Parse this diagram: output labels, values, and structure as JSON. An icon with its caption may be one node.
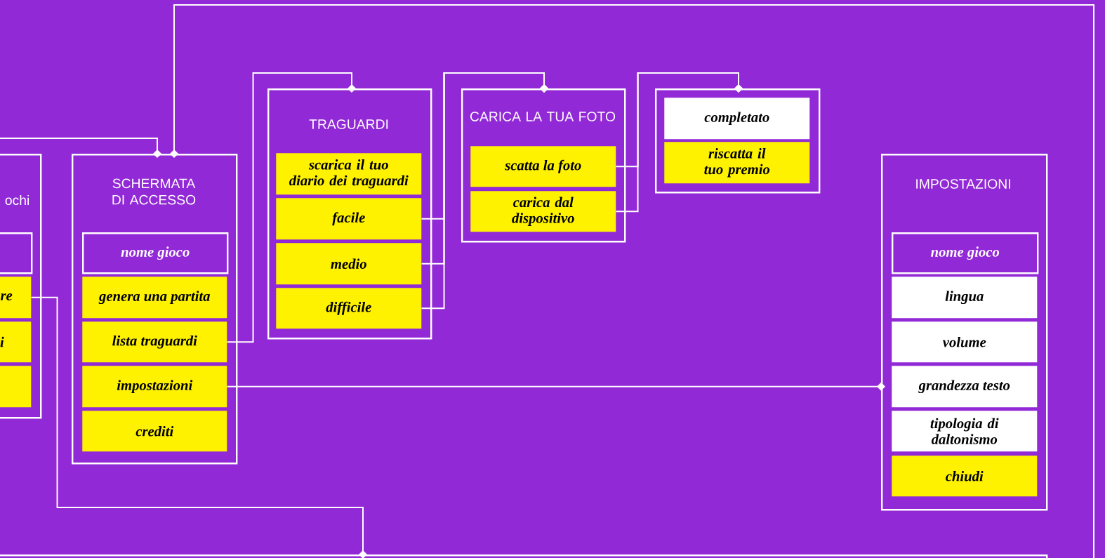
{
  "diagram": {
    "nodes": [
      {
        "text": [
          "ochi"
        ]
      },
      {
        "text": [],
        "shape": "box",
        "in": 0
      },
      {
        "text": [
          "re"
        ],
        "in": 0
      },
      {
        "text": [
          "i"
        ],
        "in": 0
      },
      {
        "text": [],
        "shape": "box",
        "in": 0
      },
      {
        "text": [
          "SCHERMATA DI ACCESSO"
        ]
      },
      {
        "text": [
          "nome gioco"
        ],
        "in": 5
      },
      {
        "text": [
          "genera una partita"
        ],
        "in": 5
      },
      {
        "text": [
          "lista traguardi"
        ],
        "in": 5
      },
      {
        "text": [
          "impostazioni"
        ],
        "in": 5
      },
      {
        "text": [
          "crediti"
        ],
        "in": 5
      },
      {
        "text": [
          "TRAGUARDI"
        ]
      },
      {
        "text": [
          "scarica il tuo diario dei traguardi"
        ],
        "in": 11
      },
      {
        "text": [
          "facile"
        ],
        "in": 11
      },
      {
        "text": [
          "medio"
        ],
        "in": 11
      },
      {
        "text": [
          "difficile"
        ],
        "in": 11
      },
      {
        "text": [
          "CARICA LA TUA FOTO"
        ]
      },
      {
        "text": [
          "scatta la foto"
        ],
        "in": 16
      },
      {
        "text": [
          "carica dal dispositivo"
        ],
        "in": 16
      },
      {
        "text": [],
        "shape": "box"
      },
      {
        "text": [
          "completato"
        ],
        "in": 19
      },
      {
        "text": [
          "riscatta il tuo premio"
        ],
        "in": 19
      },
      {
        "text": [
          "IMPOSTAZIONI"
        ]
      },
      {
        "text": [
          "nome gioco"
        ],
        "in": 22
      },
      {
        "text": [
          "lingua"
        ],
        "in": 22
      },
      {
        "text": [
          "volume"
        ],
        "in": 22
      },
      {
        "text": [
          "grandezza testo"
        ],
        "in": 22
      },
      {
        "text": [
          "tipologia di daltonismo"
        ],
        "in": 22
      },
      {
        "text": [
          "chiudi"
        ],
        "in": 22
      },
      {
        "text": [],
        "shape": "box"
      }
    ],
    "edges": [
      {
        "from": 2,
        "to": 29,
        "arrow": "other"
      },
      {
        "from": 8,
        "to": 11,
        "arrow": "other"
      },
      {
        "from": 9,
        "to": 22,
        "arrow": "other"
      },
      {
        "from": 13,
        "to": 16,
        "arrow": "other"
      },
      {
        "from": 14,
        "to": 16,
        "arrow": "other"
      },
      {
        "from": 15,
        "to": 16,
        "arrow": "other"
      },
      {
        "from": 17,
        "to": 19,
        "arrow": "other"
      },
      {
        "from": 18,
        "to": 19,
        "arrow": "other"
      },
      {
        "from": null,
        "to": 5,
        "arrow": "other"
      },
      {
        "from": null,
        "to": 5,
        "arrow": "other"
      }
    ]
  }
}
